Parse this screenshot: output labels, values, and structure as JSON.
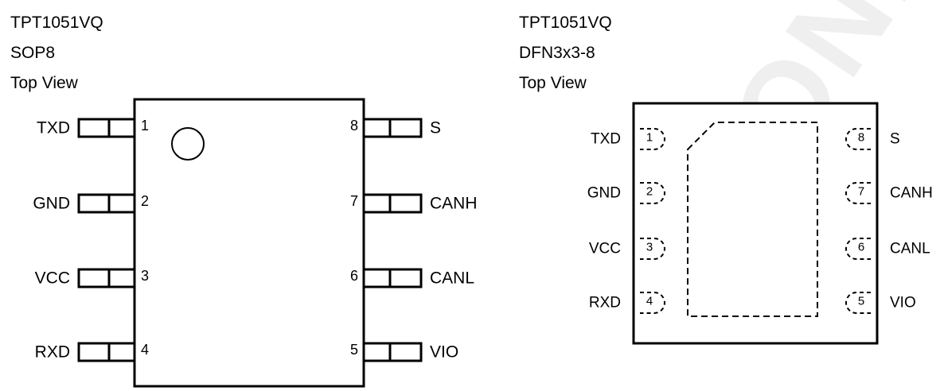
{
  "watermark": "CONFIDENTIAL",
  "left": {
    "part": "TPT1051VQ",
    "package": "SOP8",
    "view": "Top View",
    "pins": [
      {
        "num": "1",
        "name": "TXD"
      },
      {
        "num": "2",
        "name": "GND"
      },
      {
        "num": "3",
        "name": "VCC"
      },
      {
        "num": "4",
        "name": "RXD"
      },
      {
        "num": "5",
        "name": "VIO"
      },
      {
        "num": "6",
        "name": "CANL"
      },
      {
        "num": "7",
        "name": "CANH"
      },
      {
        "num": "8",
        "name": "S"
      }
    ]
  },
  "right": {
    "part": "TPT1051VQ",
    "package": "DFN3x3-8",
    "view": "Top View",
    "pins": [
      {
        "num": "1",
        "name": "TXD"
      },
      {
        "num": "2",
        "name": "GND"
      },
      {
        "num": "3",
        "name": "VCC"
      },
      {
        "num": "4",
        "name": "RXD"
      },
      {
        "num": "5",
        "name": "VIO"
      },
      {
        "num": "6",
        "name": "CANL"
      },
      {
        "num": "7",
        "name": "CANH"
      },
      {
        "num": "8",
        "name": "S"
      }
    ]
  }
}
